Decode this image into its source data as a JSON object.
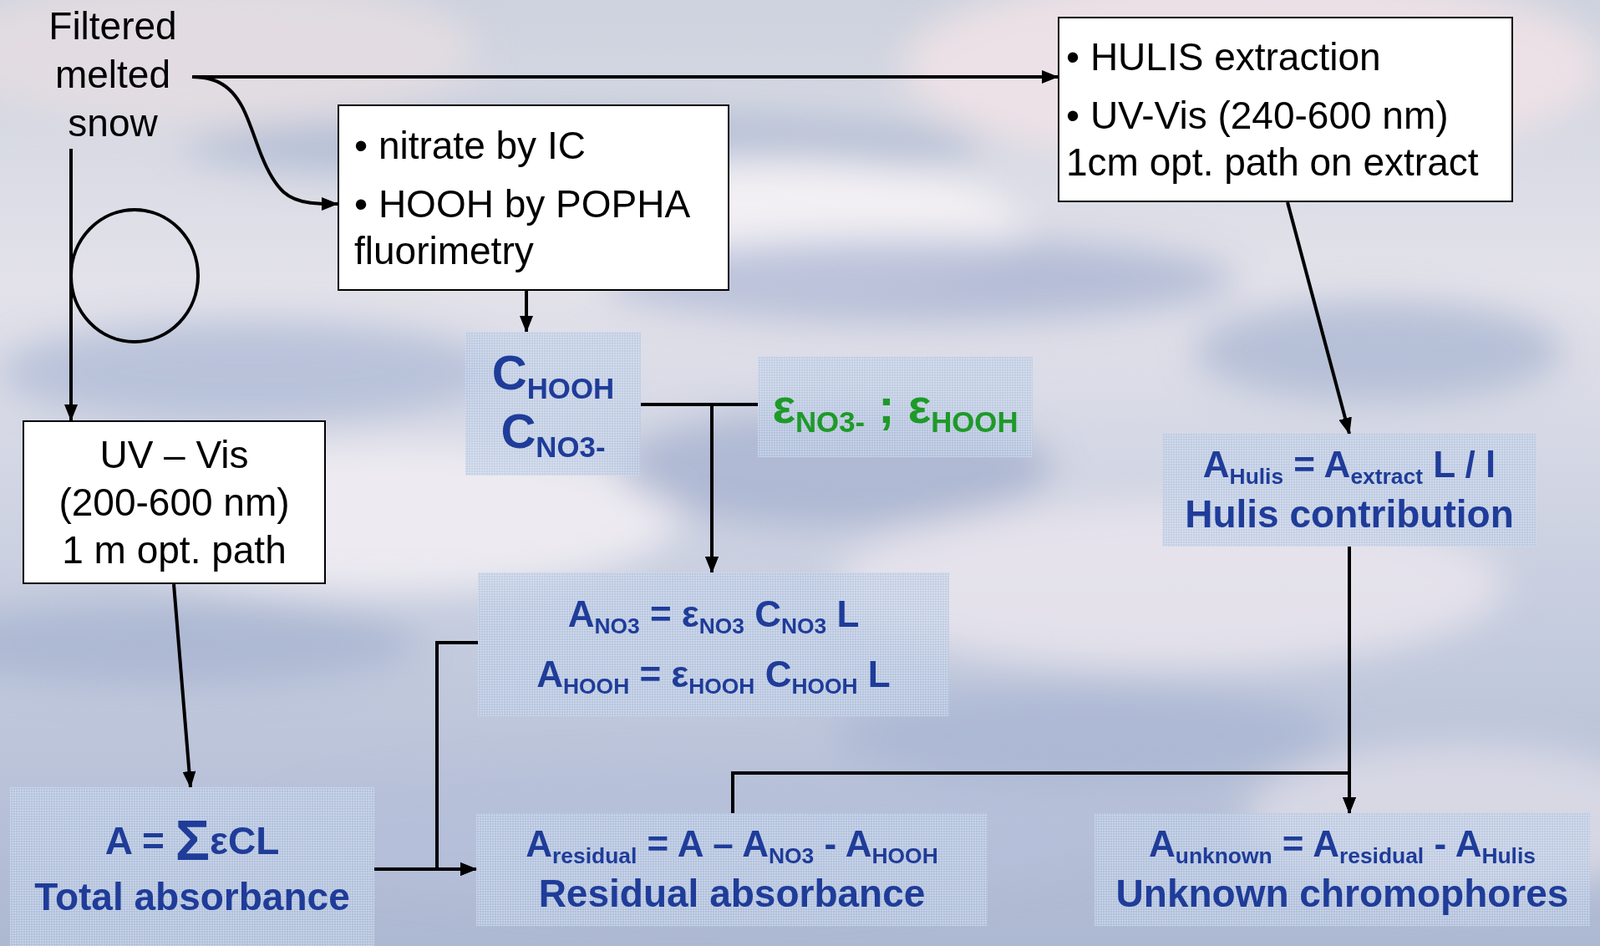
{
  "diagram": {
    "nodes": [
      {
        "text": [
          "Filtered melted snow"
        ]
      },
      {
        "text": [
          "• nitrate by IC",
          "• HOOH by POPHA fluorimetry"
        ]
      },
      {
        "text": [
          "• HULIS extraction",
          "• UV-Vis (240-600 nm) 1cm opt. path on extract"
        ]
      },
      {
        "text": [
          "CHOOH CNO3-"
        ]
      },
      {
        "text": [
          "εNO3- ; εHOOH"
        ]
      },
      {
        "text": [
          "UV – Vis (200-600 nm) 1 m opt. path"
        ]
      },
      {
        "text": [
          "AHulis = Aextract L / l",
          "Hulis contribution"
        ]
      },
      {
        "text": [
          "ANO3 = εNO3 CNO3 L",
          "AHOOH = εHOOH CHOOH L"
        ]
      },
      {
        "text": [
          "A = ΣεCL",
          "Total absorbance"
        ]
      },
      {
        "text": [
          "Aresidual = A – ANO3 - AHOOH",
          "Residual absorbance"
        ]
      },
      {
        "text": [
          "Aunknown = Aresidual - AHulis",
          "Unknown chromophores"
        ]
      }
    ],
    "edges": [
      {
        "from": 0,
        "to": 2,
        "arrow": "to"
      },
      {
        "from": 0,
        "to": 1,
        "arrow": "to"
      },
      {
        "from": 0,
        "to": 5,
        "arrow": "to"
      },
      {
        "from": 1,
        "to": 3,
        "arrow": "to"
      },
      {
        "from": 3,
        "to": 7,
        "arrow": "to"
      },
      {
        "from": 4,
        "to": 7,
        "arrow": "to"
      },
      {
        "from": 5,
        "to": 8,
        "arrow": "to"
      },
      {
        "from": 8,
        "to": 9,
        "arrow": "to"
      },
      {
        "from": 7,
        "to": 9,
        "arrow": "to"
      },
      {
        "from": 2,
        "to": 6,
        "arrow": "to"
      },
      {
        "from": 6,
        "to": 10,
        "arrow": "to"
      },
      {
        "from": 9,
        "to": 10,
        "arrow": "to"
      }
    ]
  }
}
